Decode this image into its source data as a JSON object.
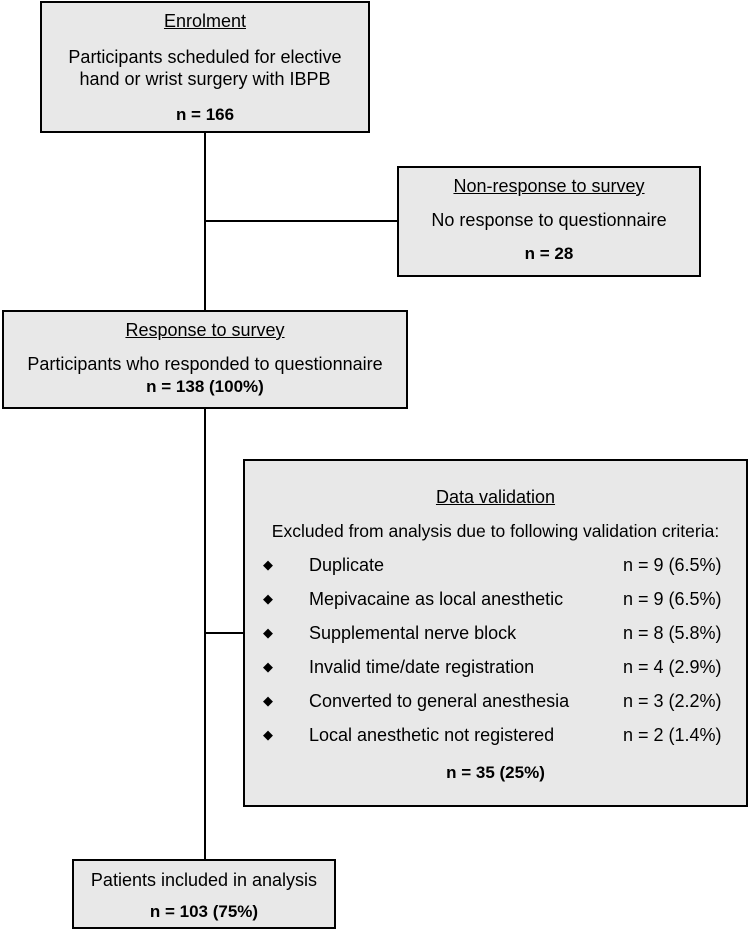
{
  "enrolment": {
    "heading": "Enrolment",
    "line1": "Participants scheduled for elective",
    "line2": "hand or wrist surgery with IBPB",
    "count": "n = 166"
  },
  "non_response": {
    "heading": "Non-response to survey",
    "text": "No response to questionnaire",
    "count": "n = 28"
  },
  "response": {
    "heading": "Response to survey",
    "text": "Participants who responded to questionnaire",
    "count": "n = 138 (100%)"
  },
  "data_validation": {
    "heading": "Data validation",
    "intro": "Excluded from analysis due to following validation criteria:",
    "criteria": [
      {
        "label": "Duplicate",
        "value": "n = 9 (6.5%)"
      },
      {
        "label": "Mepivacaine as local anesthetic",
        "value": "n = 9 (6.5%)"
      },
      {
        "label": "Supplemental nerve block",
        "value": "n = 8 (5.8%)"
      },
      {
        "label": "Invalid time/date registration",
        "value": "n = 4 (2.9%)"
      },
      {
        "label": "Converted to general anesthesia",
        "value": "n = 3 (2.2%)"
      },
      {
        "label": "Local anesthetic not registered",
        "value": "n = 2 (1.4%)"
      }
    ],
    "count": "n = 35 (25%)"
  },
  "analysis": {
    "text": "Patients included in analysis",
    "count": "n = 103 (75%)"
  },
  "colors": {
    "box_fill": "#e8e8e8",
    "border": "#000000"
  }
}
